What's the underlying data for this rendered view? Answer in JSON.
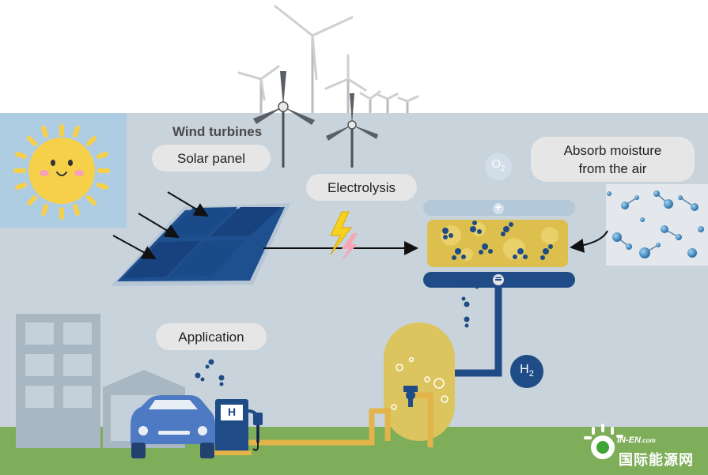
{
  "labels": {
    "wind_turbines": "Wind turbines",
    "solar_panel": "Solar panel",
    "electrolysis": "Electrolysis",
    "absorb_moisture_line1": "Absorb moisture",
    "absorb_moisture_line2": "from the air",
    "application": "Application",
    "oxygen_symbol": "O",
    "oxygen_subscript": "2",
    "hydrogen_symbol": "H",
    "hydrogen_subscript": "2",
    "pump_letter": "H",
    "plus_sign": "+",
    "minus_sign": "−"
  },
  "watermark": {
    "brand": "IN-EN",
    "domain": ".com",
    "chinese": "国际能源网"
  },
  "colors": {
    "sky": "#c9d3dc",
    "ground": "#7eae5a",
    "navy": "#1f4b86",
    "yellow_tank": "#dcc55e",
    "sun": "#f7d04a",
    "sun_bg": "#aecde3",
    "watermark_green": "#3fa535"
  }
}
